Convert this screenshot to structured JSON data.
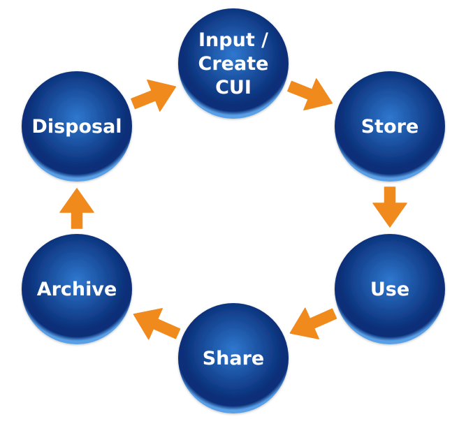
{
  "diagram": {
    "colors": {
      "node_inner": "#2f78cf",
      "node_outer": "#0a2f78",
      "node_rim": "#5aa0e6",
      "arrow": "#f08a1c",
      "label": "#ffffff"
    },
    "nodes": [
      {
        "id": "input-create",
        "lines": [
          "Input /",
          "Create",
          "CUI"
        ]
      },
      {
        "id": "store",
        "lines": [
          "Store"
        ]
      },
      {
        "id": "use",
        "lines": [
          "Use"
        ]
      },
      {
        "id": "share",
        "lines": [
          "Share"
        ]
      },
      {
        "id": "archive",
        "lines": [
          "Archive"
        ]
      },
      {
        "id": "disposal",
        "lines": [
          "Disposal"
        ]
      }
    ],
    "edges": [
      {
        "from": "input-create",
        "to": "store"
      },
      {
        "from": "store",
        "to": "use"
      },
      {
        "from": "use",
        "to": "share"
      },
      {
        "from": "share",
        "to": "archive"
      },
      {
        "from": "archive",
        "to": "disposal"
      },
      {
        "from": "disposal",
        "to": "input-create"
      }
    ]
  }
}
